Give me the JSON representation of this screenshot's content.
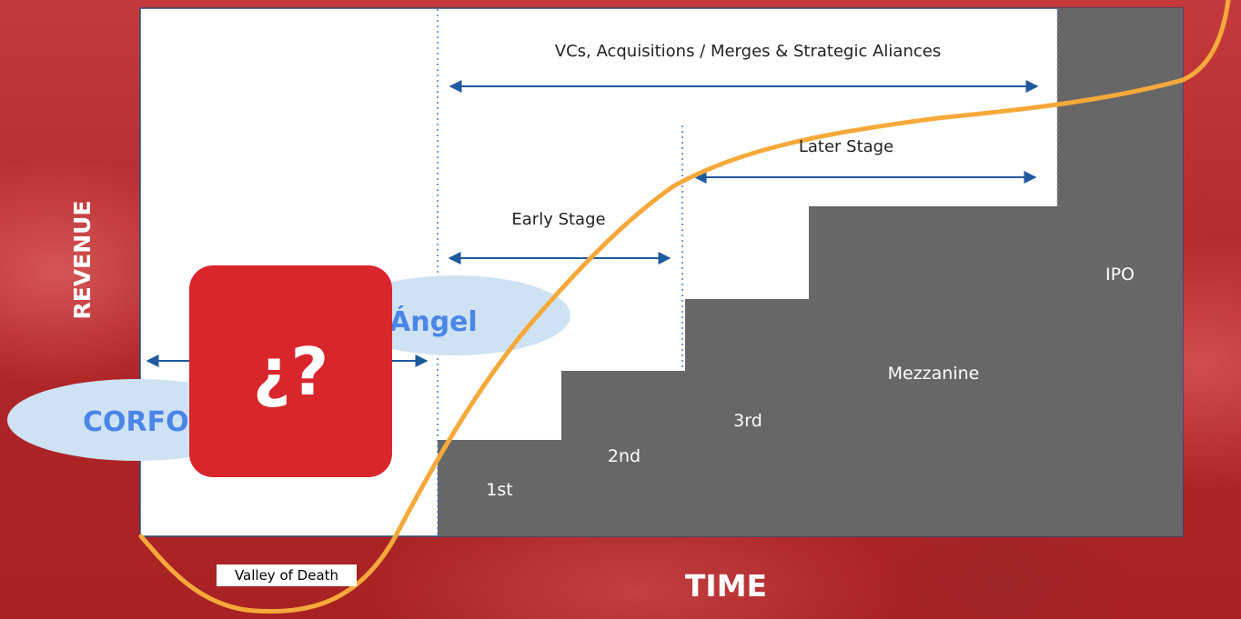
{
  "axes": {
    "y_label": "REVENUE",
    "x_label": "TIME"
  },
  "stages": {
    "vcs": "VCs, Acquisitions / Merges & Strategic Aliances",
    "later": "Later Stage",
    "early": "Early Stage",
    "ipo": "IPO",
    "mezzanine": "Mezzanine",
    "third": "3rd",
    "second": "2nd",
    "first": "1st"
  },
  "funding_sources": {
    "angel": "Ángel",
    "corfo": "CORFO",
    "unknown": "¿?"
  },
  "valley_of_death": "Valley of Death",
  "colors": {
    "background": "#b52a2c",
    "panel": "#ffffff",
    "steps": "#676767",
    "curve": "#f6a93b",
    "arrows": "#1f5a9e",
    "ellipse": "#cfe2f3",
    "ellipse_text": "#4a86e8",
    "question_box": "#d9262c"
  }
}
